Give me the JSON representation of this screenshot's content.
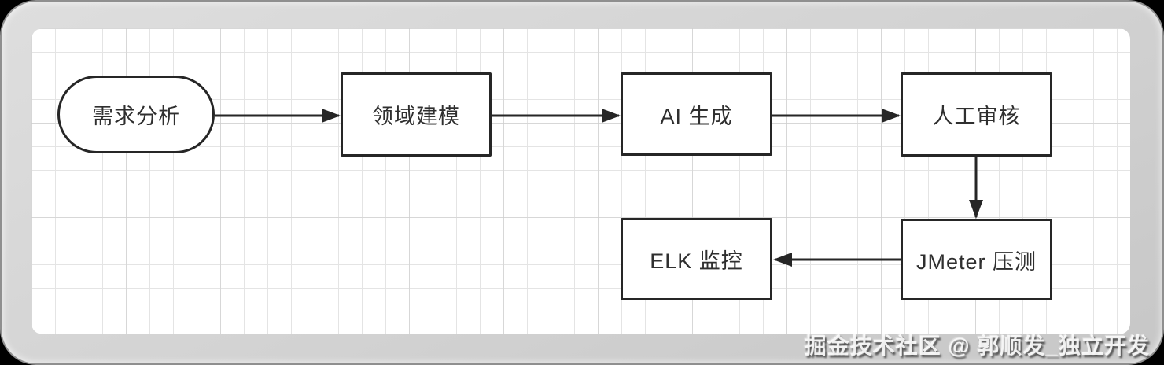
{
  "diagram": {
    "type": "flowchart",
    "nodes": [
      {
        "id": "requirements-analysis",
        "label": "需求分析",
        "shape": "stadium"
      },
      {
        "id": "domain-modeling",
        "label": "领域建模",
        "shape": "rect"
      },
      {
        "id": "ai-generation",
        "label": "AI 生成",
        "shape": "rect"
      },
      {
        "id": "manual-review",
        "label": "人工审核",
        "shape": "rect"
      },
      {
        "id": "jmeter-load-test",
        "label": "JMeter 压测",
        "shape": "rect"
      },
      {
        "id": "elk-monitoring",
        "label": "ELK 监控",
        "shape": "rect"
      }
    ],
    "edges": [
      {
        "from": "需求分析",
        "to": "领域建模",
        "direction": "right"
      },
      {
        "from": "领域建模",
        "to": "AI 生成",
        "direction": "right"
      },
      {
        "from": "AI 生成",
        "to": "人工审核",
        "direction": "right"
      },
      {
        "from": "人工审核",
        "to": "JMeter 压测",
        "direction": "down"
      },
      {
        "from": "JMeter 压测",
        "to": "ELK 监控",
        "direction": "left"
      }
    ]
  },
  "watermark": {
    "text": "掘金技术社区 @ 郭顺发_独立开发"
  },
  "colors": {
    "node_border": "#262626",
    "node_fill": "#ffffff",
    "node_text": "#2f2f2f",
    "connector": "#262626",
    "grid_line": "#e4e4e4",
    "canvas_background": "#ffffff",
    "frame_background": "#d2d2d2",
    "outside_background": "#000000"
  }
}
